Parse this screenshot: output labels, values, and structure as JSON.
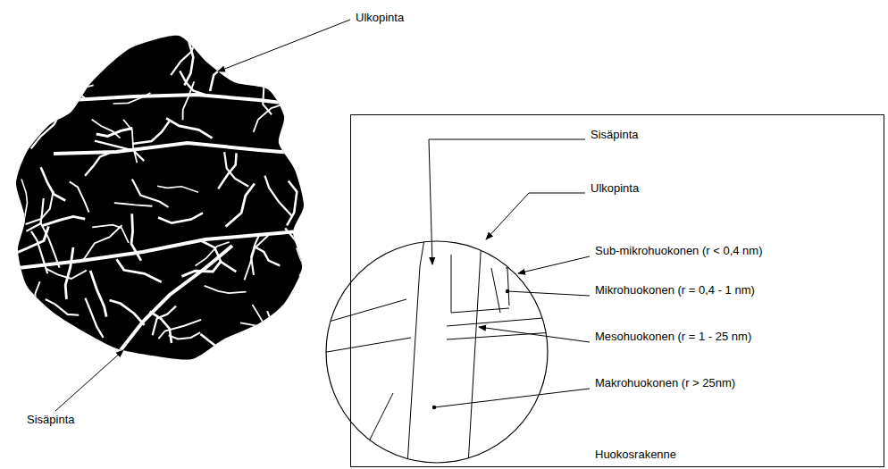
{
  "diagram": {
    "nodes": [
      {
        "text": [
          "Sisäpinta",
          "Ulkopinta",
          "Sub-mikrohuokonen (r < 0,4 nm)",
          "Mikrohuokonen (r = 0,4 - 1 nm)",
          "Mesohuokonen (r = 1 - 25 nm)",
          "Makrohuokonen (r > 25nm)",
          "Huokosrakenne"
        ]
      }
    ],
    "labels": [
      "Ulkopinta",
      "Sisäpinta"
    ]
  }
}
